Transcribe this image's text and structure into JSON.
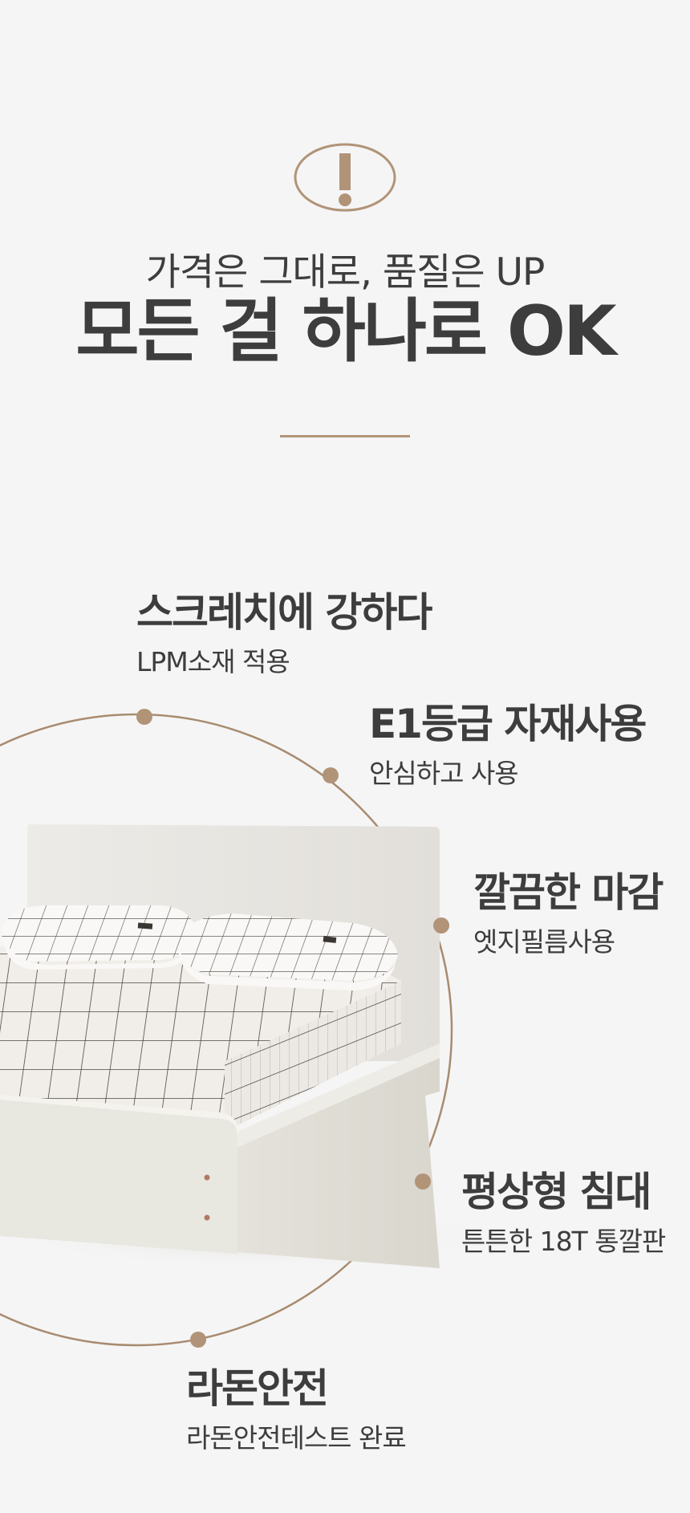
{
  "header": {
    "icon": "exclamation-oval-icon",
    "subtitle": "가격은 그대로, 품질은 UP",
    "title": "모든 걸 하나로 OK"
  },
  "colors": {
    "background": "#f5f5f5",
    "text": "#3d3d3d",
    "accent": "#b19478"
  },
  "product_image": "white-platform-bed-with-grid-bedding",
  "features": [
    {
      "title": "스크레치에 강하다",
      "subtitle": "LPM소재 적용"
    },
    {
      "title": "E1등급 자재사용",
      "subtitle": "안심하고 사용"
    },
    {
      "title": "깔끔한 마감",
      "subtitle": "엣지필름사용"
    },
    {
      "title": "평상형 침대",
      "subtitle": "튼튼한 18T 통깔판"
    },
    {
      "title": "라돈안전",
      "subtitle": "라돈안전테스트 완료"
    }
  ]
}
